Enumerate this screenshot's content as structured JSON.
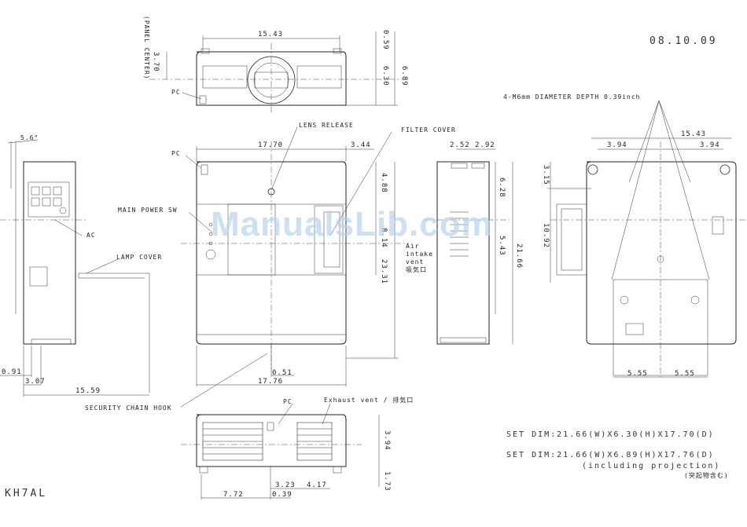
{
  "header": {
    "date": "08.10.09",
    "model": "KH7AL",
    "watermark": "ManualsLib.com"
  },
  "labels": {
    "panel_center": "(PANEL CENTER)",
    "pc_top": "PC",
    "pc_front": "PC",
    "pc_bottom": "PC",
    "ac": "AC",
    "lens_release": "LENS RELEASE",
    "filter_cover": "FILTER COVER",
    "main_power_sw": "MAIN POWER SW",
    "lamp_cover": "LAMP COVER",
    "air_intake_vent": [
      "Air",
      "intake",
      "vent",
      "吸気口"
    ],
    "security_chain_hook": "SECURITY CHAIN HOOK",
    "exhaust_vent": "Exhaust vent / 排気口",
    "screw_holes": "4-M6mm DIAMETER DEPTH 0.39inch"
  },
  "dims": {
    "top_width": "15.43",
    "top_h1": "0.59",
    "top_h2": "6.30",
    "top_h3": "6.89",
    "panel_center_value": "3.70",
    "side_angle": "5.6°",
    "front_width": "17.70",
    "front_right": "3.44",
    "front_h1": "4.88",
    "front_h2": "8.14",
    "front_h3": "23.31",
    "front_bottom_offset": "0.51",
    "front_bottom_width": "17.76",
    "side_w1": "2.52",
    "side_w2": "2.92",
    "side_h1": "6.28",
    "side_h2": "5.43",
    "side_h3": "21.66",
    "left_bottom1": "0.91",
    "left_bottom2": "3.07",
    "left_bottom3": "15.59",
    "bottom_offset1": "3.15",
    "bottom_width": "15.43",
    "bottom_w1": "3.94",
    "bottom_w2": "3.94",
    "bottom_h": "10.92",
    "bottom_w3": "5.55",
    "bottom_w4": "5.55",
    "rear_h1": "3.94",
    "rear_h2": "1.73",
    "rear_w1": "3.23",
    "rear_w2": "4.17",
    "rear_w3": "7.72",
    "rear_w4": "0.39"
  },
  "set_dims": {
    "line1": "SET DIM:21.66(W)X6.30(H)X17.70(D)",
    "line2": "SET DIM:21.66(W)X6.89(H)X17.76(D)",
    "line3": "(including projection)",
    "line4": "(突起物含む)"
  }
}
